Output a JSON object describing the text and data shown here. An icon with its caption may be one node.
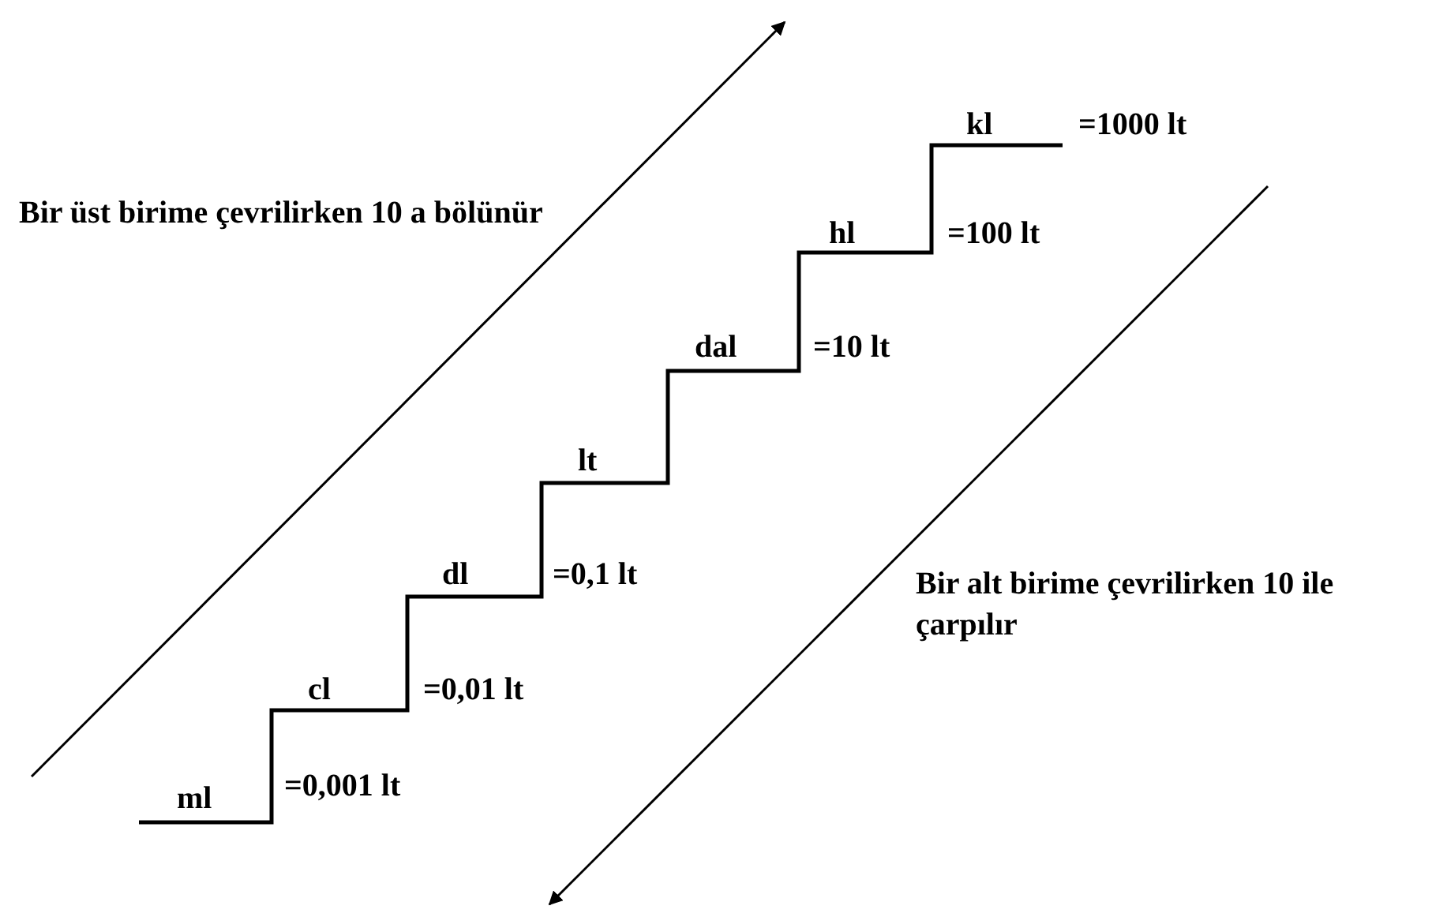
{
  "diagram": {
    "labels": [
      "kl",
      "=1000 lt",
      "Bir üst birime çevrilirken 10 a bölünür",
      "hl",
      "=100 lt",
      "dal",
      "=10 lt",
      "lt",
      "dl",
      "=0,1 lt",
      "Bir alt birime çevrilirken 10 ile çarpılır",
      "cl",
      "=0,01 lt",
      "ml",
      "=0,001 lt"
    ]
  }
}
